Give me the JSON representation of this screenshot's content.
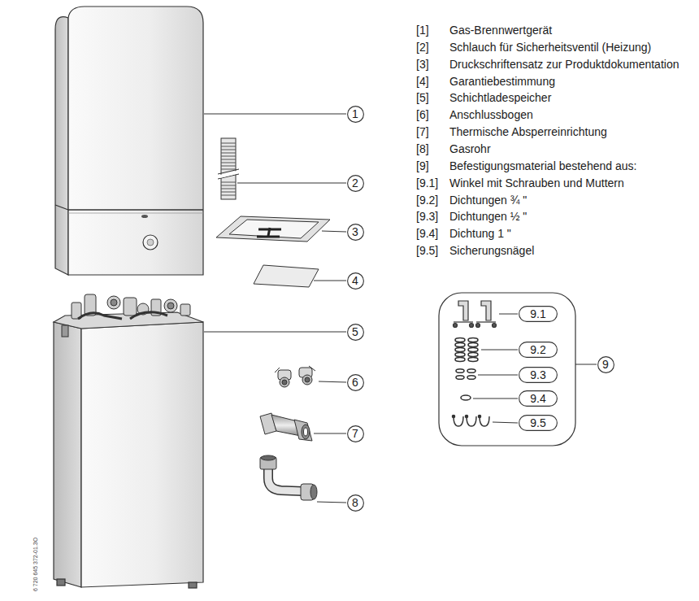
{
  "diagram": {
    "nodes": [
      {
        "text": [
          "1"
        ]
      },
      {
        "text": [
          "2"
        ]
      },
      {
        "text": [
          "3"
        ]
      },
      {
        "text": [
          "4"
        ]
      },
      {
        "text": [
          "5"
        ]
      },
      {
        "text": [
          "6"
        ]
      },
      {
        "text": [
          "7"
        ]
      },
      {
        "text": [
          "8"
        ]
      },
      {
        "text": [
          "9"
        ]
      },
      {
        "text": [
          "9.1"
        ]
      },
      {
        "text": [
          "9.2"
        ]
      },
      {
        "text": [
          "9.3"
        ]
      },
      {
        "text": [
          "9.4"
        ]
      },
      {
        "text": [
          "9.5"
        ]
      }
    ],
    "labels": [
      "[1]",
      "Gas-Brennwertgerät",
      "[2]",
      "Schlauch für Sicherheitsventil (Heizung)",
      "[3]",
      "Druckschriftensatz zur Produktdokumentation",
      "[4]",
      "Garantiebestimmung",
      "[5]",
      "Schichtladespeicher",
      "[6]",
      "Anschlussbogen",
      "[7]",
      "Thermische Absperreinrichtung",
      "[8]",
      "Gasrohr",
      "[9]",
      "Befestigungsmaterial bestehend aus:",
      "[9.1]",
      "Winkel mit Schrauben und Muttern",
      "[9.2]",
      "Dichtungen ¾ \"",
      "[9.3]",
      "Dichtungen ½ \"",
      "[9.4]",
      "Dichtung 1 \"",
      "[9.5]",
      "Sicherungsnägel",
      "6 720 645 372-01.3O"
    ]
  }
}
